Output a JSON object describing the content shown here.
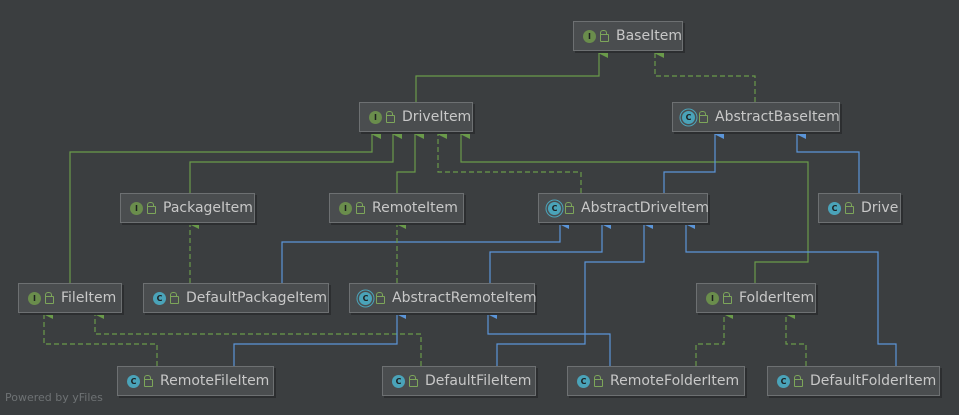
{
  "nodes": {
    "base_item": {
      "label": "BaseItem",
      "kind": "I"
    },
    "drive_item": {
      "label": "DriveItem",
      "kind": "I"
    },
    "abstract_base_item": {
      "label": "AbstractBaseItem",
      "kind": "C"
    },
    "package_item": {
      "label": "PackageItem",
      "kind": "I"
    },
    "remote_item": {
      "label": "RemoteItem",
      "kind": "I"
    },
    "abstract_drive_item": {
      "label": "AbstractDriveItem",
      "kind": "C"
    },
    "drive": {
      "label": "Drive",
      "kind": "C"
    },
    "file_item": {
      "label": "FileItem",
      "kind": "I"
    },
    "default_package_item": {
      "label": "DefaultPackageItem",
      "kind": "C"
    },
    "abstract_remote_item": {
      "label": "AbstractRemoteItem",
      "kind": "C"
    },
    "folder_item": {
      "label": "FolderItem",
      "kind": "I"
    },
    "remote_file_item": {
      "label": "RemoteFileItem",
      "kind": "C"
    },
    "default_file_item": {
      "label": "DefaultFileItem",
      "kind": "C"
    },
    "remote_folder_item": {
      "label": "RemoteFolderItem",
      "kind": "C"
    },
    "default_folder_item": {
      "label": "DefaultFolderItem",
      "kind": "C"
    }
  },
  "colors": {
    "background": "#3b3e40",
    "extends_interface": "#6a9a4a",
    "extends_class": "#5b95d8",
    "interface_badge": "#6a8d4c",
    "class_badge": "#4aa3b9"
  },
  "footer": "Powered by yFiles"
}
